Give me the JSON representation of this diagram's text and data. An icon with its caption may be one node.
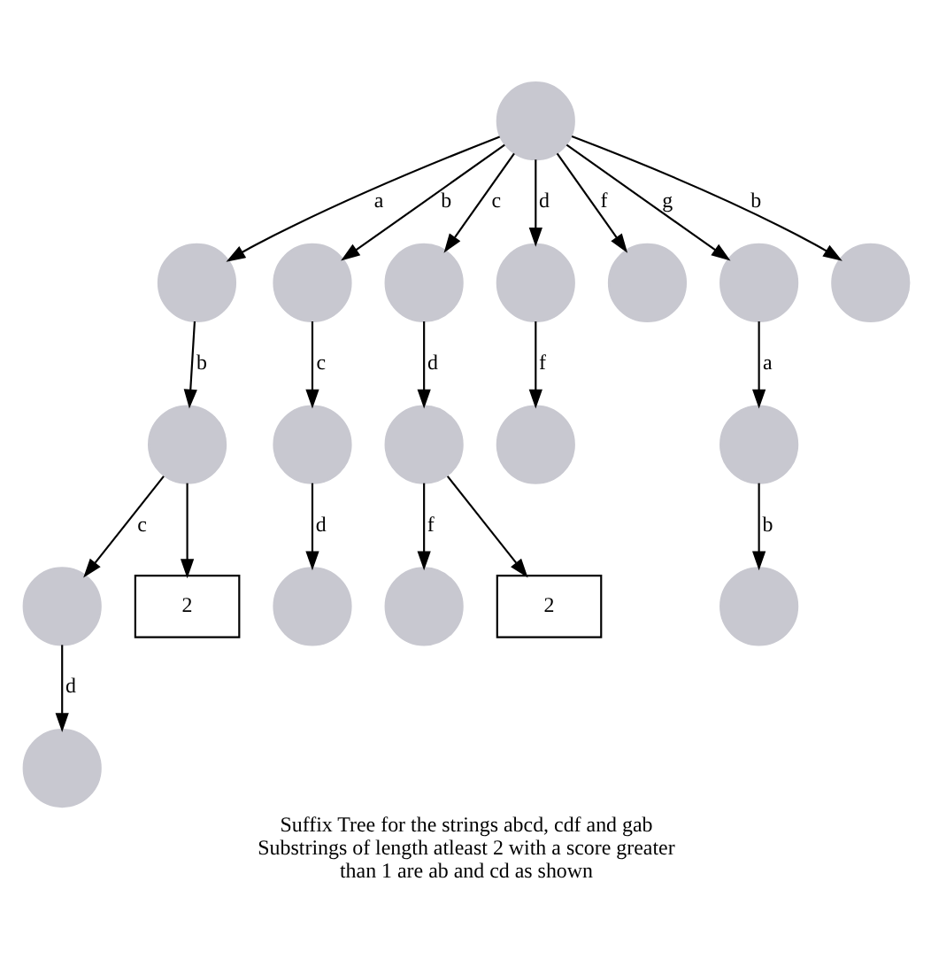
{
  "diagram": {
    "caption": "Suffix Tree for the strings abcd, cdf and gab Substrings of length atleast 2 with a score greater than 1 are ab and cd as shown",
    "nodes": [
      {
        "text": [],
        "shape": "circle"
      },
      {
        "text": [],
        "shape": "circle"
      },
      {
        "text": [],
        "shape": "circle"
      },
      {
        "text": [],
        "shape": "circle"
      },
      {
        "text": [],
        "shape": "circle"
      },
      {
        "text": [],
        "shape": "circle"
      },
      {
        "text": [],
        "shape": "circle"
      },
      {
        "text": [],
        "shape": "circle"
      },
      {
        "text": [],
        "shape": "circle"
      },
      {
        "text": [],
        "shape": "circle"
      },
      {
        "text": [],
        "shape": "circle"
      },
      {
        "text": [],
        "shape": "circle"
      },
      {
        "text": [],
        "shape": "circle"
      },
      {
        "text": [],
        "shape": "circle"
      },
      {
        "text": [
          "2"
        ]
      },
      {
        "text": [],
        "shape": "circle"
      },
      {
        "text": [],
        "shape": "circle"
      },
      {
        "text": [
          "2"
        ]
      },
      {
        "text": [],
        "shape": "circle"
      },
      {
        "text": [],
        "shape": "circle"
      }
    ],
    "edges": [
      {
        "from": 0,
        "to": 1,
        "arrow": "to",
        "label": "a"
      },
      {
        "from": 0,
        "to": 2,
        "arrow": "to",
        "label": "b"
      },
      {
        "from": 0,
        "to": 3,
        "arrow": "to",
        "label": "c"
      },
      {
        "from": 0,
        "to": 4,
        "arrow": "to",
        "label": "d"
      },
      {
        "from": 0,
        "to": 5,
        "arrow": "to",
        "label": "f"
      },
      {
        "from": 0,
        "to": 6,
        "arrow": "to",
        "label": "g"
      },
      {
        "from": 0,
        "to": 7,
        "arrow": "to",
        "label": "b"
      },
      {
        "from": 1,
        "to": 8,
        "arrow": "to",
        "label": "b"
      },
      {
        "from": 2,
        "to": 9,
        "arrow": "to",
        "label": "c"
      },
      {
        "from": 3,
        "to": 10,
        "arrow": "to",
        "label": "d"
      },
      {
        "from": 4,
        "to": 11,
        "arrow": "to",
        "label": "f"
      },
      {
        "from": 6,
        "to": 12,
        "arrow": "to",
        "label": "a"
      },
      {
        "from": 8,
        "to": 13,
        "arrow": "to",
        "label": "c"
      },
      {
        "from": 8,
        "to": 14,
        "arrow": "to"
      },
      {
        "from": 9,
        "to": 15,
        "arrow": "to",
        "label": "d"
      },
      {
        "from": 10,
        "to": 16,
        "arrow": "to",
        "label": "f"
      },
      {
        "from": 10,
        "to": 17,
        "arrow": "to"
      },
      {
        "from": 12,
        "to": 18,
        "arrow": "to",
        "label": "b"
      },
      {
        "from": 13,
        "to": 19,
        "arrow": "to",
        "label": "d"
      }
    ]
  }
}
